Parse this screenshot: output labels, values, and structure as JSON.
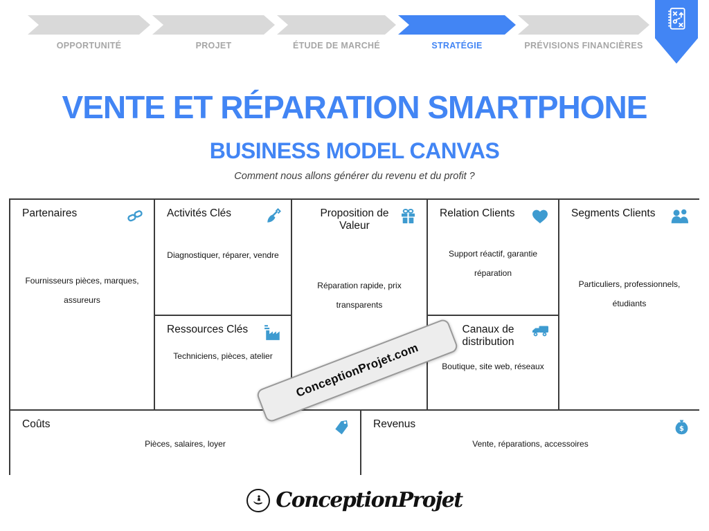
{
  "colors": {
    "accent_blue": "#4285f4",
    "icon_blue": "#3e9bd0",
    "chevron_gray": "#d9d9d9",
    "label_gray": "#a6a6a6",
    "border_dark": "#3b3b3b",
    "watermark_bg": "#ededed"
  },
  "process_nav": {
    "steps": [
      {
        "label": "OPPORTUNITÉ",
        "active": false
      },
      {
        "label": "PROJET",
        "active": false
      },
      {
        "label": "ÉTUDE DE MARCHÉ",
        "active": false
      },
      {
        "label": "STRATÉGIE",
        "active": true
      },
      {
        "label": "PRÉVISIONS FINANCIÈRES",
        "active": false
      }
    ],
    "badge_icon": "strategy-plan-icon"
  },
  "header": {
    "title": "VENTE ET RÉPARATION SMARTPHONE",
    "subtitle": "BUSINESS MODEL CANVAS",
    "tagline": "Comment nous allons générer du revenu et du profit ?"
  },
  "canvas": {
    "partners": {
      "title": "Partenaires",
      "icon": "chain-link-icon",
      "content": "Fournisseurs pièces, marques, assureurs"
    },
    "key_activities": {
      "title": "Activités Clés",
      "icon": "shovel-icon",
      "content": "Diagnostiquer, réparer, vendre"
    },
    "key_resources": {
      "title": "Ressources Clés",
      "icon": "factory-icon",
      "content": "Techniciens, pièces, atelier"
    },
    "value_proposition": {
      "title": "Proposition de Valeur",
      "icon": "gift-icon",
      "content": "Réparation rapide, prix transparents"
    },
    "customer_relations": {
      "title": "Relation Clients",
      "icon": "heart-icon",
      "content": "Support réactif, garantie réparation"
    },
    "channels": {
      "title": "Canaux de distribution",
      "icon": "truck-icon",
      "content": "Boutique, site web, réseaux"
    },
    "customer_segments": {
      "title": "Segments Clients",
      "icon": "people-icon",
      "content": "Particuliers, professionnels, étudiants"
    },
    "costs": {
      "title": "Coûts",
      "icon": "price-tag-icon",
      "content": "Pièces, salaires, loyer"
    },
    "revenue": {
      "title": "Revenus",
      "icon": "money-bag-icon",
      "content": "Vente, réparations, accessoires"
    }
  },
  "watermark": {
    "text": "ConceptionProjet.com"
  },
  "footer": {
    "brand": "ConceptionProjet",
    "icon": "hand-holding-pawn-icon"
  }
}
